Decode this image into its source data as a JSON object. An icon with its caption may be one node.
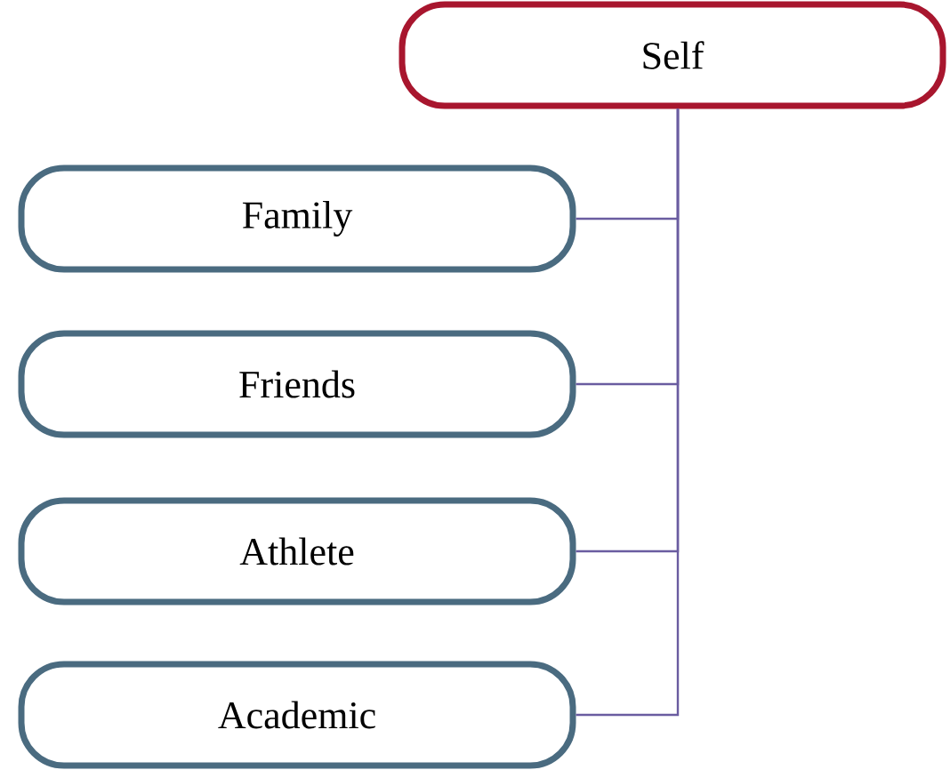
{
  "diagram": {
    "nodes": [
      {
        "text": [
          "Self"
        ]
      },
      {
        "text": [
          "Family"
        ]
      },
      {
        "text": [
          "Friends"
        ]
      },
      {
        "text": [
          "Athlete"
        ]
      },
      {
        "text": [
          "Academic"
        ]
      }
    ],
    "edges": [
      {
        "from": 0,
        "to": 1,
        "arrow": "none"
      },
      {
        "from": 0,
        "to": 2,
        "arrow": "none"
      },
      {
        "from": 0,
        "to": 3,
        "arrow": "none"
      },
      {
        "from": 0,
        "to": 4,
        "arrow": "none"
      }
    ]
  }
}
